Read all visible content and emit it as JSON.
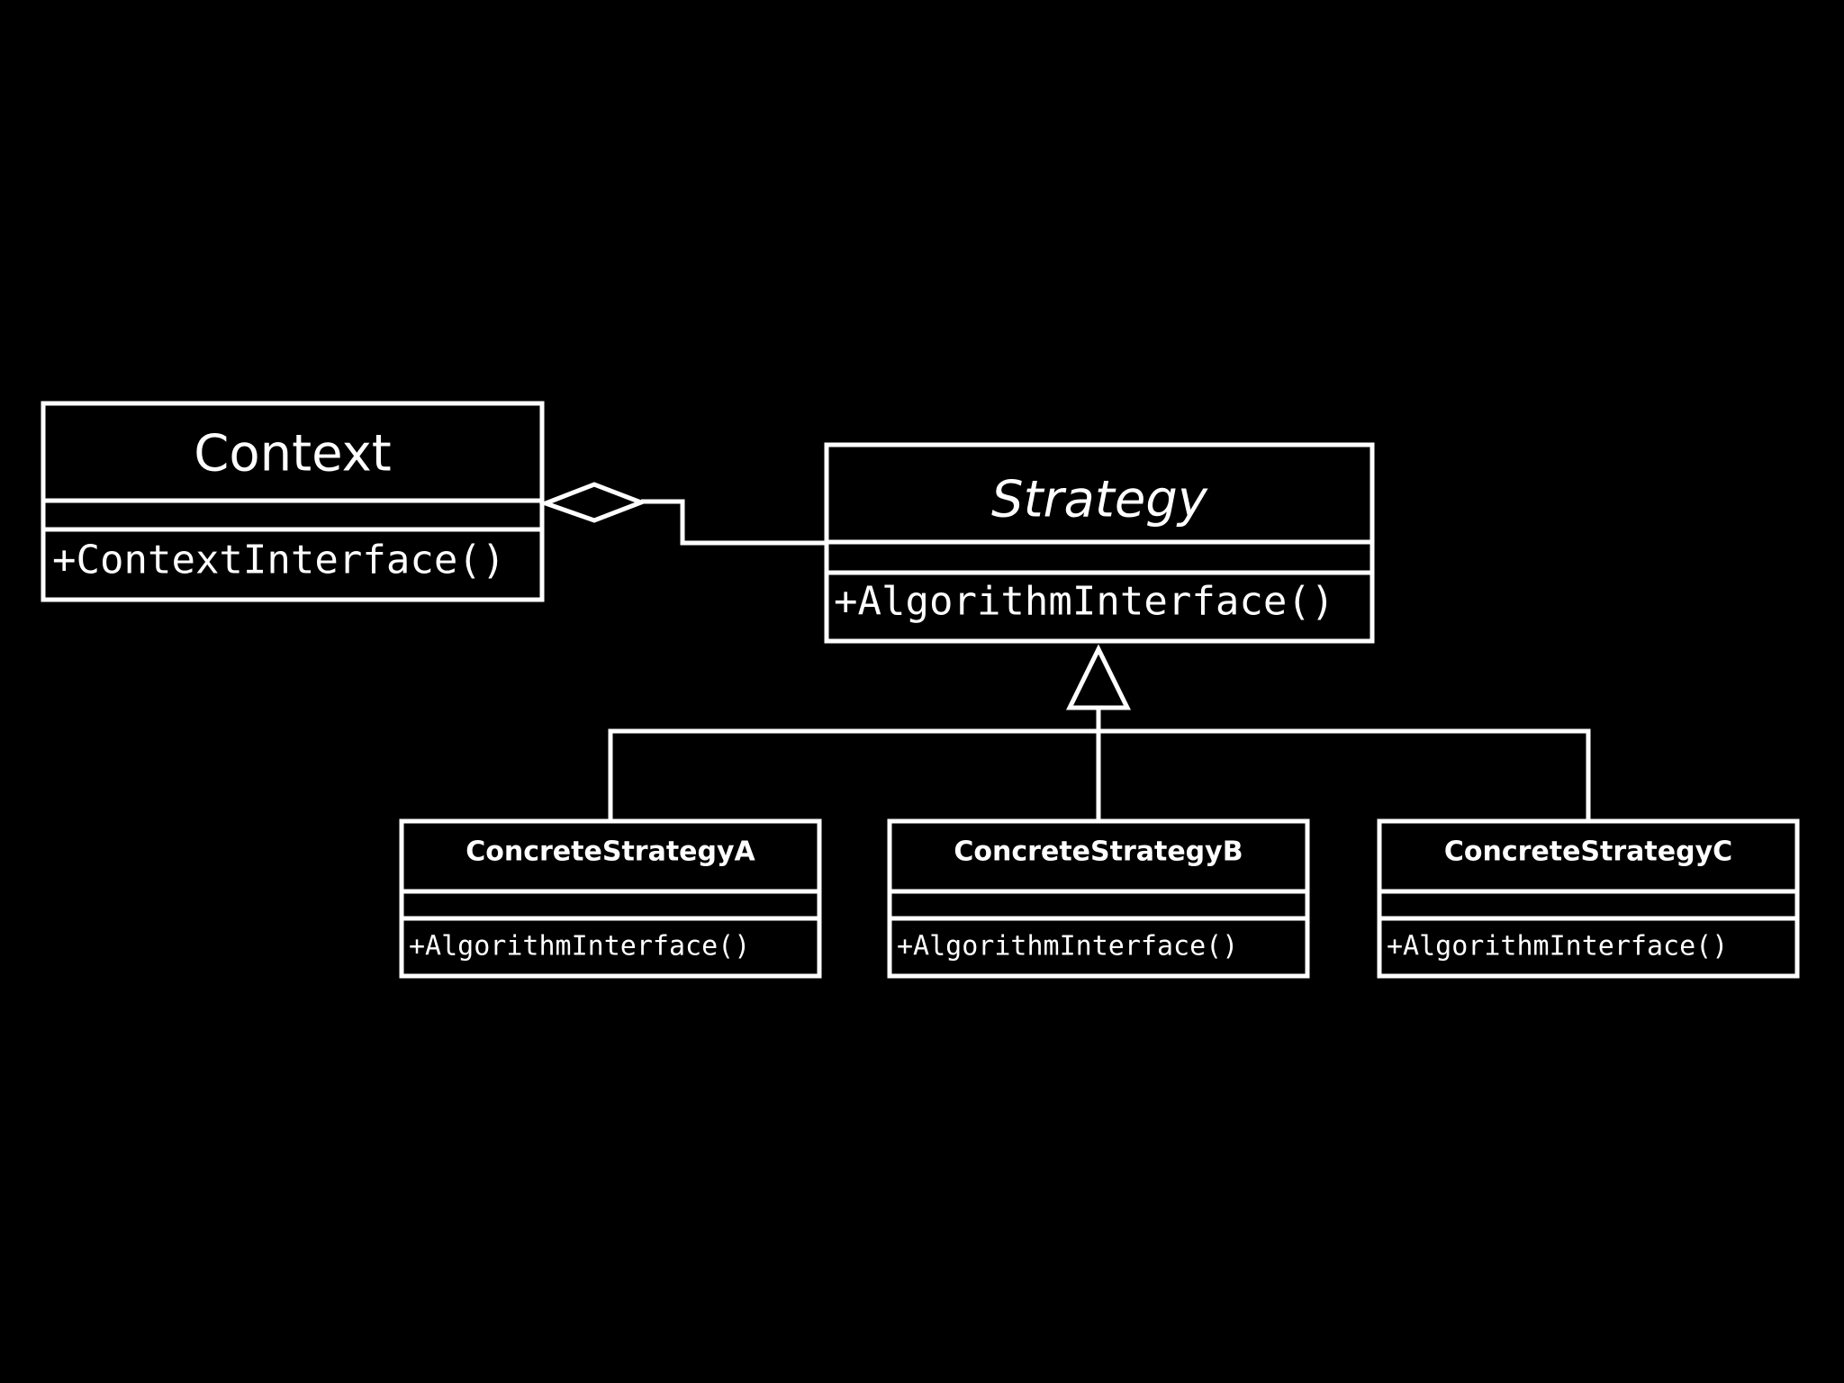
{
  "diagram": {
    "classes": {
      "context": {
        "name": "Context",
        "operation": "+ContextInterface()"
      },
      "strategy": {
        "name": "Strategy",
        "operation": "+AlgorithmInterface()"
      },
      "concrete_a": {
        "name": "ConcreteStrategyA",
        "operation": "+AlgorithmInterface()"
      },
      "concrete_b": {
        "name": "ConcreteStrategyB",
        "operation": "+AlgorithmInterface()"
      },
      "concrete_c": {
        "name": "ConcreteStrategyC",
        "operation": "+AlgorithmInterface()"
      }
    },
    "colors": {
      "background": "#000000",
      "foreground": "#ffffff"
    }
  }
}
